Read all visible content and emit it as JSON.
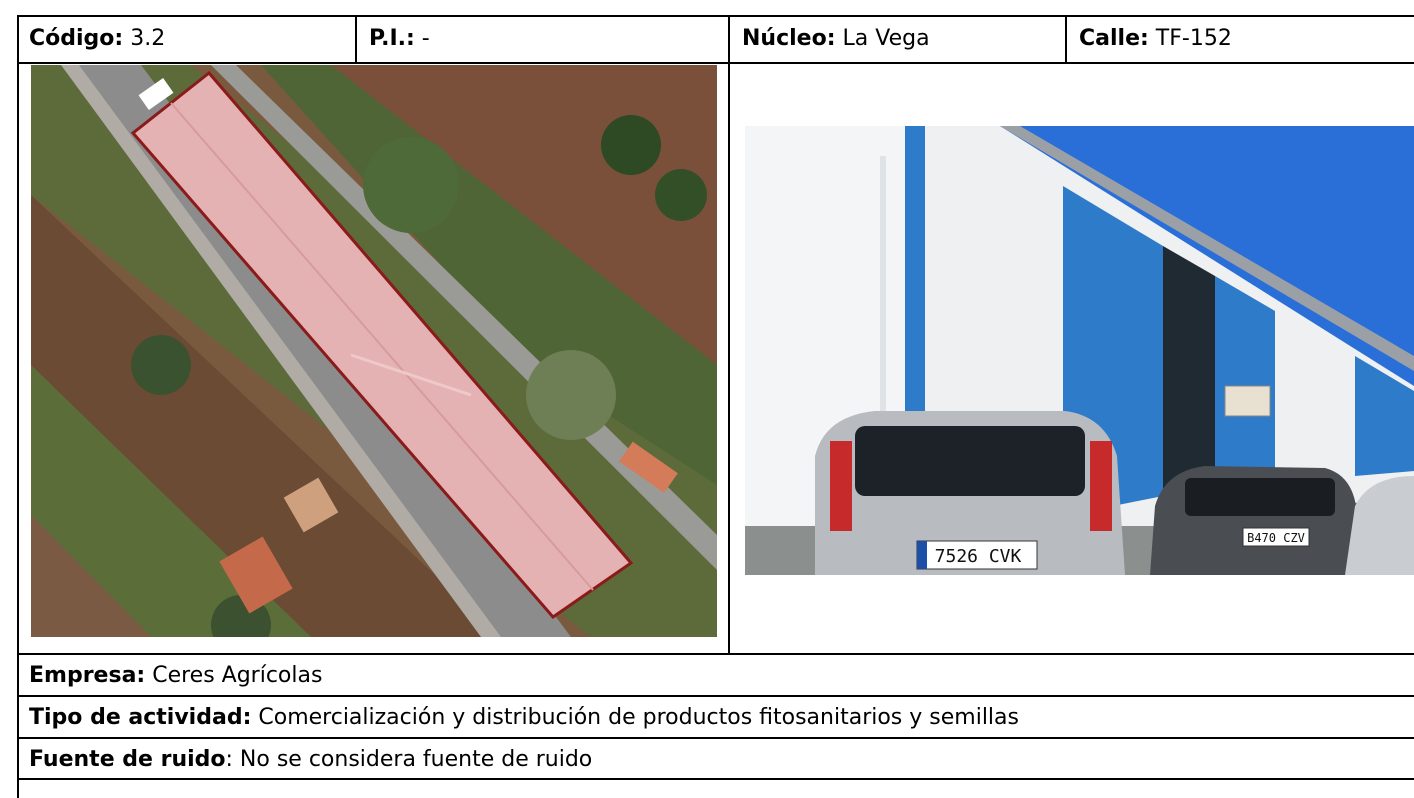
{
  "header": {
    "codigo": {
      "label": "Código:",
      "value": "3.2"
    },
    "pi": {
      "label": "P.I.:",
      "value": "-"
    },
    "nucleo": {
      "label": "Núcleo:",
      "value": "La Vega"
    },
    "calle": {
      "label": "Calle:",
      "value": "TF-152"
    }
  },
  "photo": {
    "plates": [
      "7526 CVK",
      "B470 CZV"
    ]
  },
  "info": {
    "empresa": {
      "label": "Empresa:",
      "value": "Ceres Agrícolas"
    },
    "tipo": {
      "label": "Tipo de actividad:",
      "value": "Comercialización y distribución de productos fitosanitarios y semillas"
    },
    "fuente": {
      "label": "Fuente de ruido",
      "value": ": No se considera fuente de ruido"
    }
  },
  "colors": {
    "building_blue": "#2d7bc9",
    "sky": "#2a6fd8",
    "roof_pink": "#e4b2b3",
    "outline": "#8b1a1a"
  }
}
